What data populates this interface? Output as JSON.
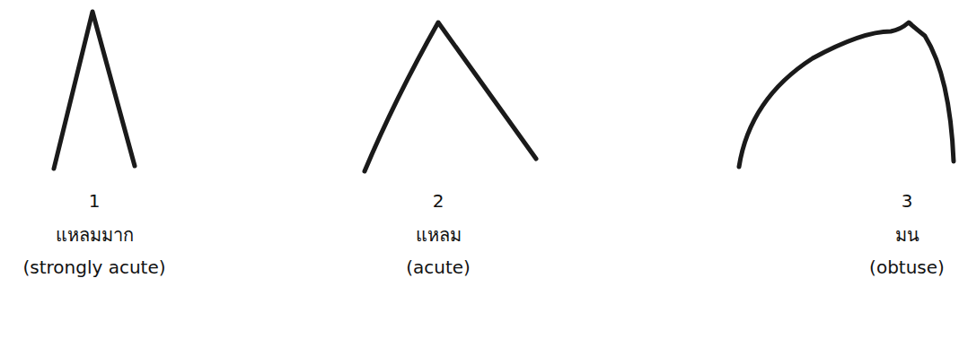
{
  "diagram": {
    "labels": [
      "1",
      "แหลมมาก",
      "(strongly acute)",
      "2",
      "แหลม",
      "(acute)",
      "3",
      "มน",
      "(obtuse)"
    ]
  }
}
